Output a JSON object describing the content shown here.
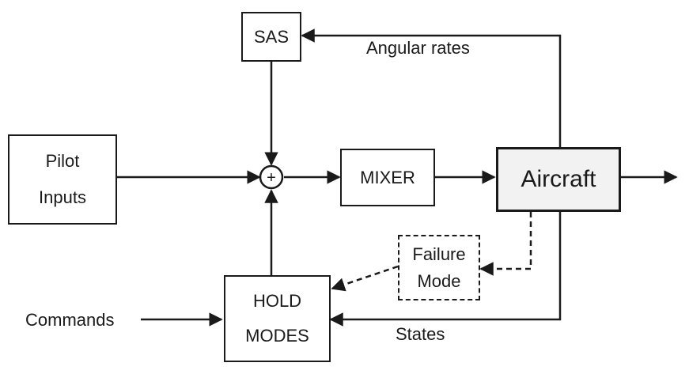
{
  "blocks": {
    "sas": "SAS",
    "pilot_line1": "Pilot",
    "pilot_line2": "Inputs",
    "sum": "+",
    "mixer": "MIXER",
    "aircraft": "Aircraft",
    "failure_line1": "Failure",
    "failure_line2": "Mode",
    "hold_line1": "HOLD",
    "hold_line2": "MODES"
  },
  "signals": {
    "angular_rates": "Angular rates",
    "commands": "Commands",
    "states": "States"
  }
}
